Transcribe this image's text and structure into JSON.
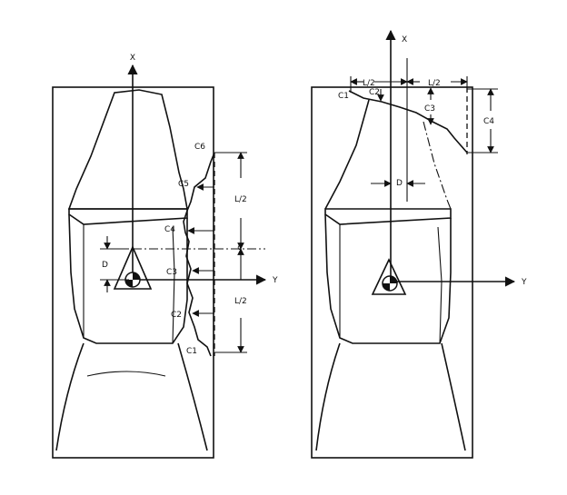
{
  "left": {
    "axis_x": "X",
    "axis_y": "Y",
    "depth": "D",
    "half_length_top": "L/2",
    "half_length_bottom": "L/2",
    "center_mark": "¢",
    "cut_labels": [
      "C1",
      "C2",
      "C3",
      "C4",
      "C5",
      "C6"
    ]
  },
  "right": {
    "axis_x": "X",
    "axis_y": "Y",
    "depth": "D",
    "half_length_left": "L/2",
    "half_length_right": "L/2",
    "cut_labels": [
      "C1",
      "C2",
      "C3",
      "C4"
    ]
  },
  "colors": {
    "ink": "#111111",
    "paper": "#ffffff"
  }
}
